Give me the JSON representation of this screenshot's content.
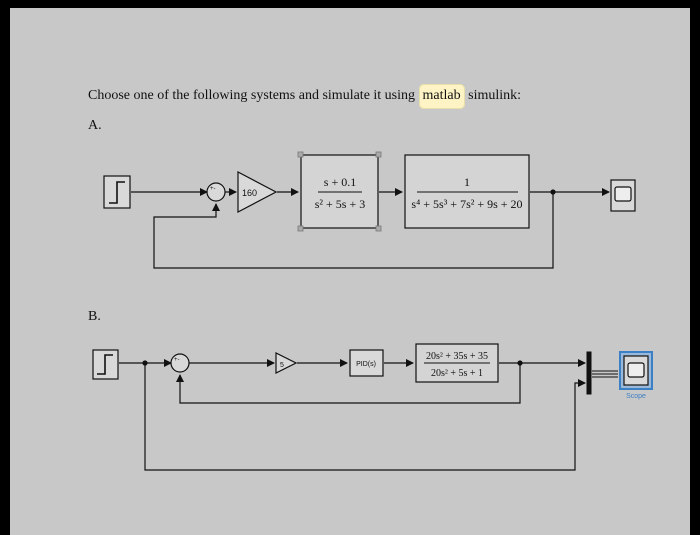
{
  "question": {
    "before": "Choose one of the following systems and simulate it using ",
    "highlight": "matlab",
    "after": " simulink:"
  },
  "labels": {
    "a": "A.",
    "b": "B."
  },
  "diagram_a": {
    "sum_signs": "+-",
    "gain": "160",
    "tf1": {
      "num": "s + 0.1",
      "den": "s² + 5s + 3"
    },
    "tf2": {
      "num": "1",
      "den": "s⁴ + 5s³ + 7s² + 9s + 20"
    }
  },
  "diagram_b": {
    "sum_signs": "+-",
    "gain": "5",
    "pid": "PID(s)",
    "tf": {
      "num": "20s² + 35s + 35",
      "den": "20s² + 5s + 1"
    },
    "scope_label": "Scope"
  },
  "colors": {
    "scope_selected": "#3b7fc4",
    "highlight": "#fdf3c4"
  }
}
